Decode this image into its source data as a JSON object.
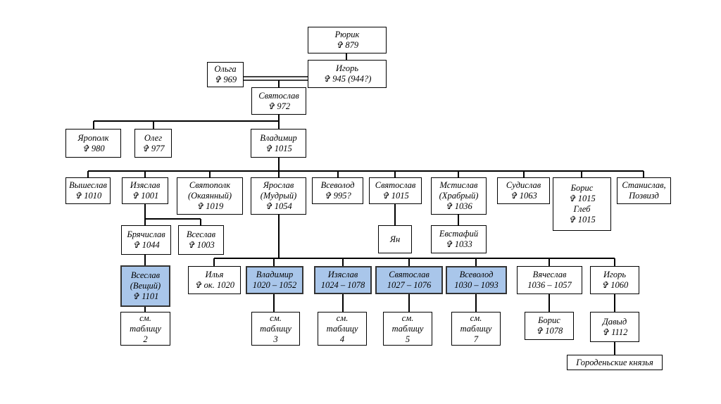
{
  "colors": {
    "highlight": "#a9c6ea",
    "line": "#000000",
    "box_border": "#000000"
  },
  "nodes": {
    "rurik": {
      "lines": [
        "Рюрик",
        "✞ 879"
      ]
    },
    "olga": {
      "lines": [
        "Ольга",
        "✞ 969"
      ]
    },
    "igor": {
      "lines": [
        "Игорь",
        "✞ 945 (944?)"
      ]
    },
    "svyatoslav": {
      "lines": [
        "Святослав",
        "✞ 972"
      ]
    },
    "yaropolk": {
      "lines": [
        "Ярополк",
        "✞ 980"
      ]
    },
    "oleg": {
      "lines": [
        "Олег",
        "✞ 977"
      ]
    },
    "vladimir": {
      "lines": [
        "Владимир",
        "✞ 1015"
      ]
    },
    "vysheslav": {
      "lines": [
        "Вышеслав",
        "✞ 1010"
      ]
    },
    "izyaslav": {
      "lines": [
        "Изяслав",
        "✞ 1001"
      ]
    },
    "svyatopolk": {
      "lines": [
        "Святополк",
        "(Окаянный)",
        "✞ 1019"
      ]
    },
    "yaroslav": {
      "lines": [
        "Ярослав",
        "(Мудрый)",
        "✞ 1054"
      ]
    },
    "vsevolod995": {
      "lines": [
        "Всеволод",
        "✞ 995?"
      ]
    },
    "svyatoslav1015": {
      "lines": [
        "Святослав",
        "✞ 1015"
      ]
    },
    "mstislav": {
      "lines": [
        "Мстислав",
        "(Храбрый)",
        "✞ 1036"
      ]
    },
    "sudislav": {
      "lines": [
        "Судислав",
        "✞ 1063"
      ]
    },
    "boris_gleb": {
      "lines": [
        "Борис",
        "✞ 1015",
        "Глеб",
        "✞ 1015"
      ]
    },
    "stanislav": {
      "lines": [
        "Станислав,",
        "Позвизд"
      ]
    },
    "bryachislav": {
      "lines": [
        "Брячислав",
        "✞ 1044"
      ]
    },
    "vseslav1003": {
      "lines": [
        "Всеслав",
        "✞ 1003"
      ]
    },
    "yan": {
      "lines": [
        "Ян"
      ]
    },
    "evstafiy": {
      "lines": [
        "Евстафий",
        "✞ 1033"
      ]
    },
    "vseslav_veshchiy": {
      "lines": [
        "Всеслав",
        "(Вещий)",
        "✞ 1101"
      ]
    },
    "ilya": {
      "lines": [
        "Илья",
        "✞ ок. 1020"
      ]
    },
    "vladimir1052": {
      "lines": [
        "Владимир",
        "1020 – 1052"
      ]
    },
    "izyaslav1078": {
      "lines": [
        "Изяслав",
        "1024 – 1078"
      ]
    },
    "svyatoslav1076": {
      "lines": [
        "Святослав",
        "1027 – 1076"
      ]
    },
    "vsevolod1093": {
      "lines": [
        "Всеволод",
        "1030 – 1093"
      ]
    },
    "vyacheslav": {
      "lines": [
        "Вячеслав",
        "1036 – 1057"
      ]
    },
    "igor1060": {
      "lines": [
        "Игорь",
        "✞ 1060"
      ]
    },
    "table2": {
      "lines": [
        "см.",
        "таблицу",
        "2"
      ]
    },
    "table3": {
      "lines": [
        "см.",
        "таблицу",
        "3"
      ]
    },
    "table4": {
      "lines": [
        "см.",
        "таблицу",
        "4"
      ]
    },
    "table5": {
      "lines": [
        "см.",
        "таблицу",
        "5"
      ]
    },
    "table7": {
      "lines": [
        "см.",
        "таблицу",
        "7"
      ]
    },
    "boris1078": {
      "lines": [
        "Борис",
        "✞ 1078"
      ]
    },
    "davyd": {
      "lines": [
        "Давыд",
        "✞ 1112"
      ]
    },
    "gorodensk": {
      "lines": [
        "Городеньские князья"
      ]
    }
  }
}
